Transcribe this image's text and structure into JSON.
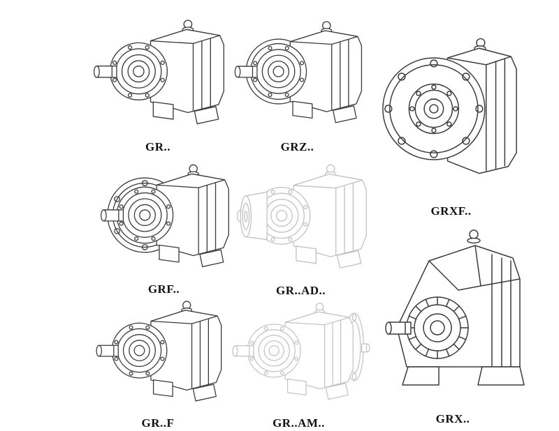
{
  "colors": {
    "background": "#ffffff",
    "line": "#3a3a3a",
    "phantom-line": "#c2c2c2",
    "label-text": "#111111"
  },
  "figures": [
    {
      "id": "gr",
      "label": "GR..",
      "style": "solid",
      "drawing": "foot-mounted-gearbox"
    },
    {
      "id": "grz",
      "label": "GRZ..",
      "style": "solid",
      "drawing": "foot-mounted-gearbox-with-ring-flange"
    },
    {
      "id": "grxf",
      "label": "GRXF..",
      "style": "solid",
      "drawing": "flange-mounted-gearbox-front-view"
    },
    {
      "id": "grf",
      "label": "GRF..",
      "style": "solid",
      "drawing": "flange-mounted-gearbox"
    },
    {
      "id": "gr-ad",
      "label": "GR..AD..",
      "style": "phantom",
      "drawing": "gearbox-with-input-adapter"
    },
    {
      "id": "gr-f",
      "label": "GR..F",
      "style": "solid",
      "drawing": "foot-mounted-gearbox"
    },
    {
      "id": "gr-am",
      "label": "GR..AM..",
      "style": "phantom",
      "drawing": "gearbox-with-output-flange"
    },
    {
      "id": "grx",
      "label": "GRX..",
      "style": "solid",
      "drawing": "large-foot-mounted-gearbox"
    }
  ]
}
